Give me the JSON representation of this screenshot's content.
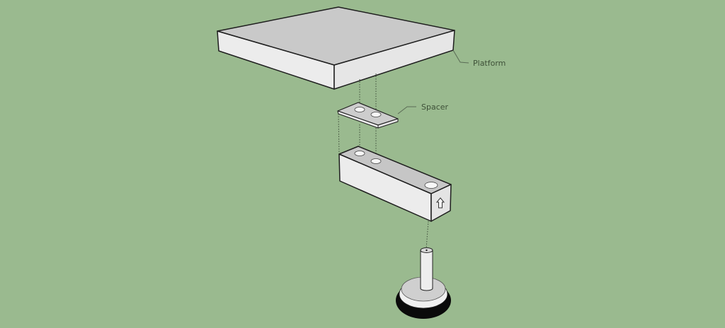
{
  "diagram": {
    "background": "#9aba8f",
    "parts": [
      {
        "id": "platform",
        "label": "Platform"
      },
      {
        "id": "spacer",
        "label": "Spacer"
      },
      {
        "id": "block",
        "label": ""
      },
      {
        "id": "leveling-foot",
        "label": ""
      }
    ],
    "labels": {
      "platform": "Platform",
      "spacer": "Spacer"
    },
    "colors": {
      "top_face": "#c9c9c9",
      "side_face": "#ececec",
      "front_face": "#e2e2e2",
      "edge": "#1e1e1e",
      "foot_ring": "#0a0a0a",
      "leader": "#5a6b55",
      "guide_line": "#3f4d3b"
    }
  }
}
